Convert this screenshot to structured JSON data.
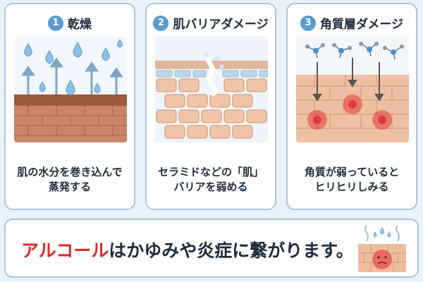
{
  "panels": [
    {
      "number": "1",
      "title": "乾燥",
      "desc_line1": "肌の水分を巻き込んで",
      "desc_line2": "蒸発する",
      "icon": "water-drops-evaporating"
    },
    {
      "number": "2",
      "title": "肌バリアダメージ",
      "desc_line1": "セラミドなどの「肌」",
      "desc_line2": "バリアを弱める",
      "icon": "broken-skin-barrier"
    },
    {
      "number": "3",
      "title": "角質層ダメージ",
      "desc_line1": "角質が弱っていると",
      "desc_line2": "ヒリヒリしみる",
      "icon": "alcohol-molecules-inflamed-skin"
    }
  ],
  "banner": {
    "highlight": "アルコール",
    "text": "はかゆみや炎症に繋がります。",
    "icon": "irritated-skin-face"
  },
  "colors": {
    "accent_red": "#d92b2b",
    "border_blue": "#a9c6dd",
    "number_blue": "#5b9bd0",
    "background": "#e9f2f9"
  }
}
